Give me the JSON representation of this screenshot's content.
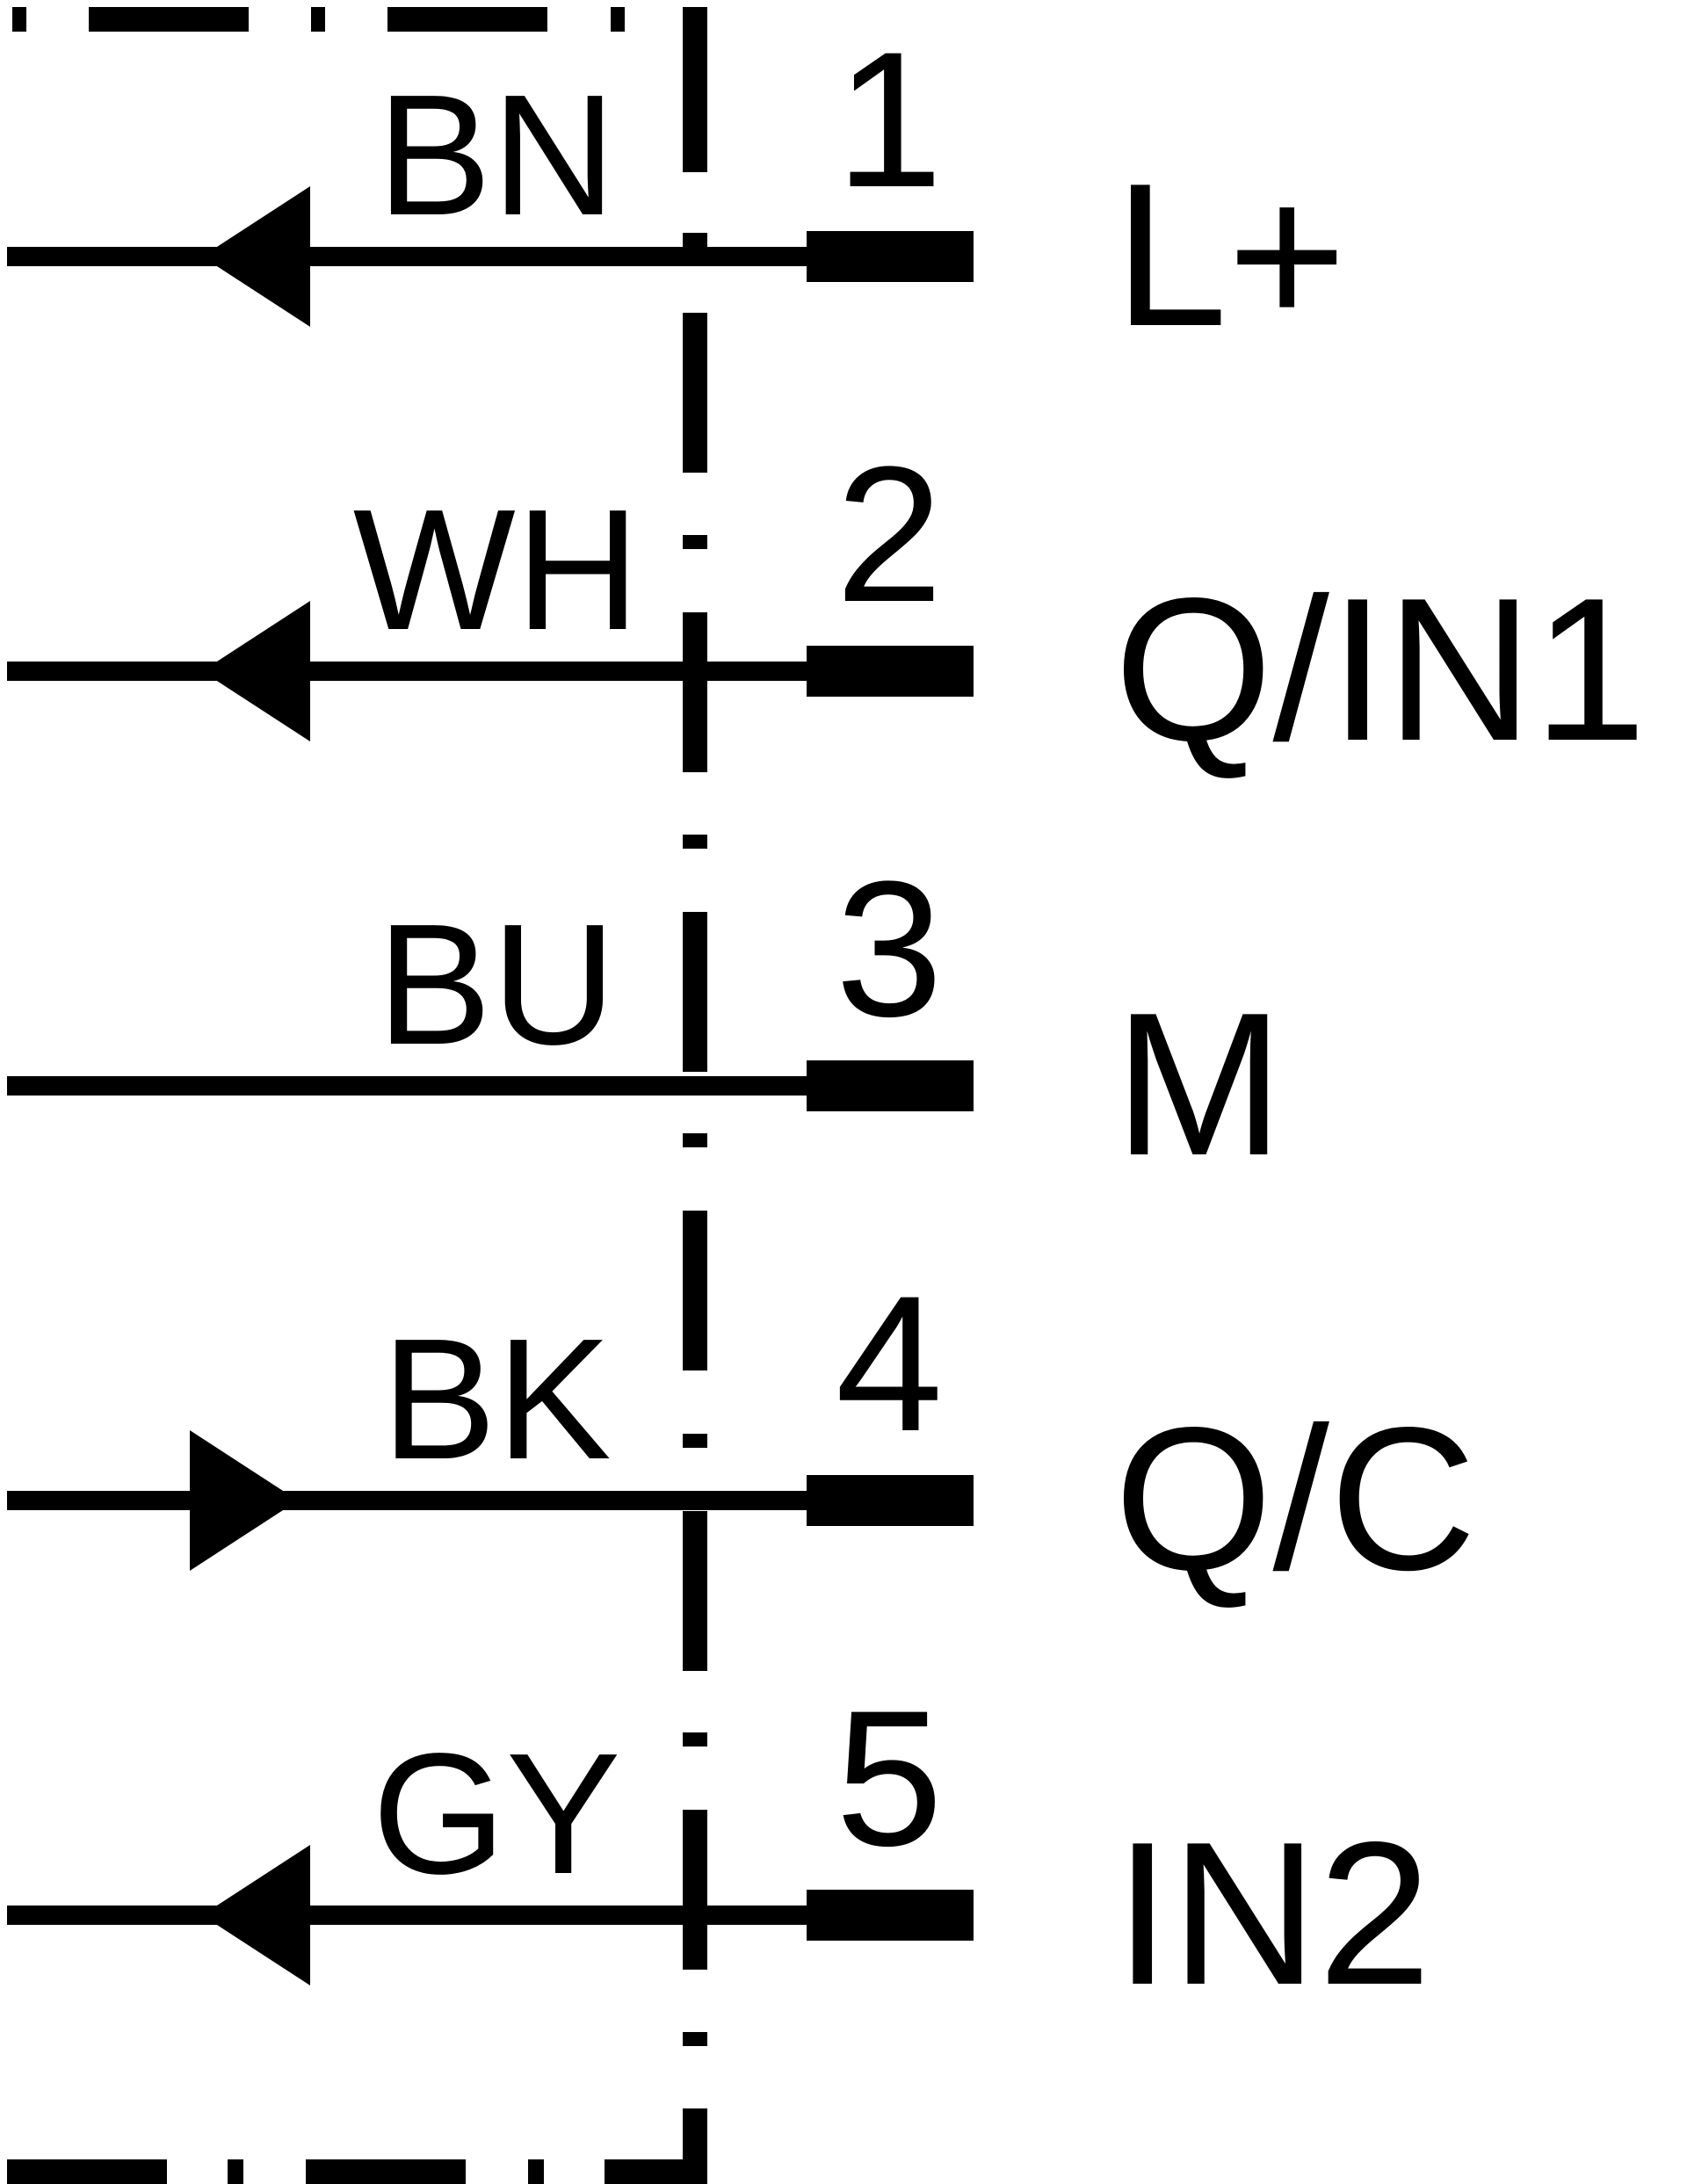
{
  "colors": {
    "ink": "#000000",
    "background": "#ffffff"
  },
  "pins": [
    {
      "number": "1",
      "wire_color": "BN",
      "signal": "L+",
      "direction": "in"
    },
    {
      "number": "2",
      "wire_color": "WH",
      "signal": "Q/IN1",
      "direction": "in"
    },
    {
      "number": "3",
      "wire_color": "BU",
      "signal": "M",
      "direction": "none"
    },
    {
      "number": "4",
      "wire_color": "BK",
      "signal": "Q/C",
      "direction": "out"
    },
    {
      "number": "5",
      "wire_color": "GY",
      "signal": "IN2",
      "direction": "in"
    }
  ]
}
